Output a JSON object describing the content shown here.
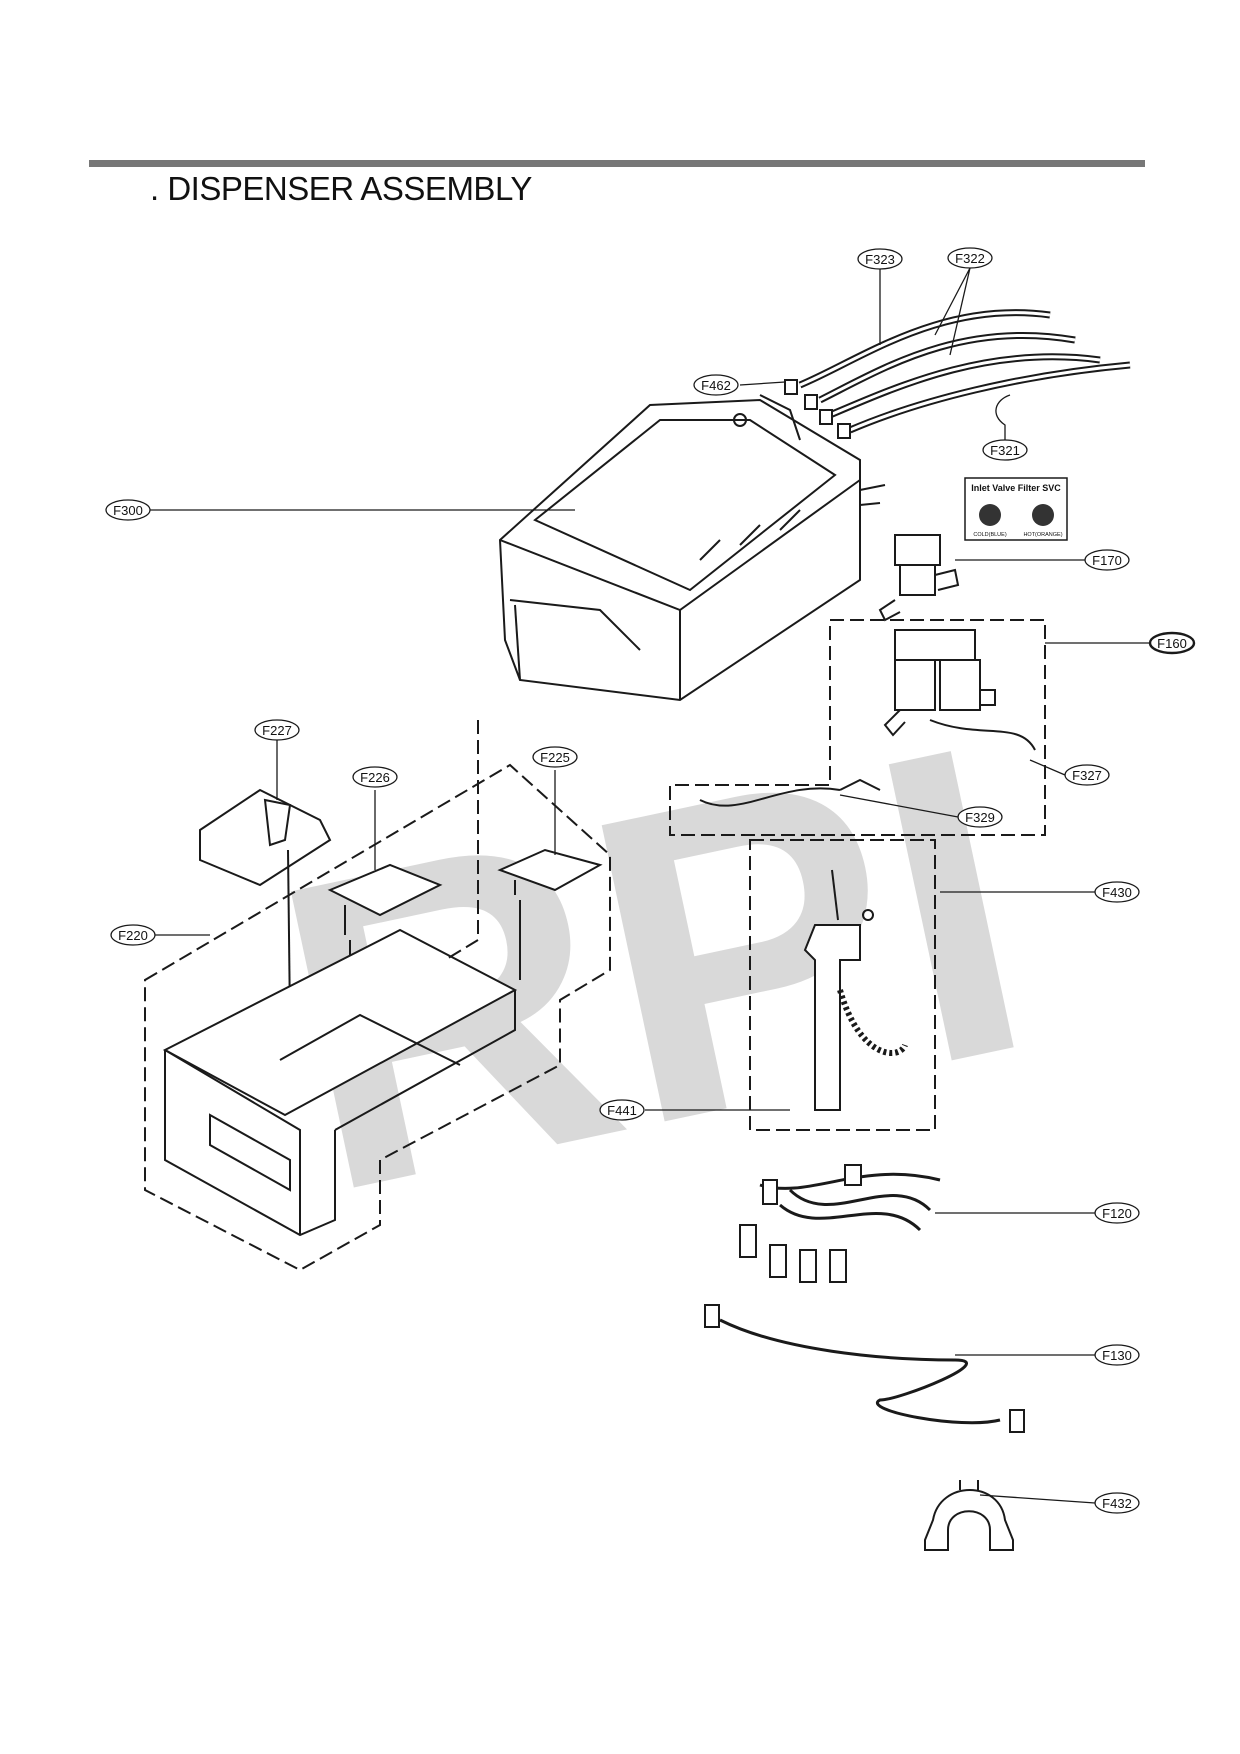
{
  "page": {
    "title": ". DISPENSER ASSEMBLY",
    "watermark": "RPI"
  },
  "inset": {
    "title": "Inlet Valve Filter SVC",
    "left_caption": "COLD(BLUE)",
    "right_caption": "HOT(ORANGE)"
  },
  "callouts": [
    {
      "id": "F323",
      "label": "F323"
    },
    {
      "id": "F322",
      "label": "F322"
    },
    {
      "id": "F462",
      "label": "F462"
    },
    {
      "id": "F321",
      "label": "F321"
    },
    {
      "id": "F300",
      "label": "F300"
    },
    {
      "id": "F170",
      "label": "F170"
    },
    {
      "id": "F160",
      "label": "F160"
    },
    {
      "id": "F227",
      "label": "F227"
    },
    {
      "id": "F226",
      "label": "F226"
    },
    {
      "id": "F225",
      "label": "F225"
    },
    {
      "id": "F327",
      "label": "F327"
    },
    {
      "id": "F329",
      "label": "F329"
    },
    {
      "id": "F220",
      "label": "F220"
    },
    {
      "id": "F430",
      "label": "F430"
    },
    {
      "id": "F441",
      "label": "F441"
    },
    {
      "id": "F120",
      "label": "F120"
    },
    {
      "id": "F130",
      "label": "F130"
    },
    {
      "id": "F432",
      "label": "F432"
    }
  ],
  "colors": {
    "line": "#1a1a1a",
    "rule": "#777777",
    "watermark": "#d9d9d9"
  }
}
